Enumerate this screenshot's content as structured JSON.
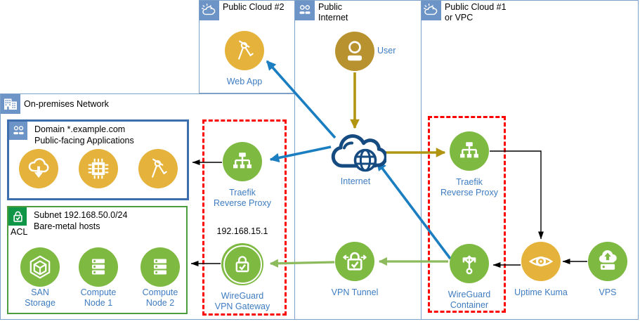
{
  "containers": {
    "public_cloud_2": {
      "label": "Public Cloud #2"
    },
    "public_internet": {
      "label": "Public Internet"
    },
    "public_cloud_1": {
      "label": "Public Cloud #1 or VPC"
    },
    "on_premises": {
      "label": "On-premises Network"
    }
  },
  "groups": {
    "domain": {
      "title": "Domain *.example.com\nPublic-facing Applications"
    },
    "subnet": {
      "title": "Subnet 192.168.50.0/24\nBare-metal hosts",
      "acl": "ACL"
    }
  },
  "nodes": {
    "web_app": {
      "label": "Web App"
    },
    "user": {
      "label": "User"
    },
    "internet": {
      "label": "Internet"
    },
    "traefik_onprem": {
      "label": "Traefik\nReverse Proxy"
    },
    "traefik_cloud": {
      "label": "Traefik\nReverse Proxy"
    },
    "wireguard_gateway": {
      "ip": "192.168.15.1",
      "label": "WireGuard\nVPN Gateway"
    },
    "vpn_tunnel": {
      "label": "VPN Tunnel"
    },
    "wireguard_container": {
      "label": "WireGuard\nContainer"
    },
    "uptime_kuma": {
      "label": "Uptime Kuma"
    },
    "vps": {
      "label": "VPS"
    },
    "san_storage": {
      "label": "SAN\nStorage"
    },
    "compute_node_1": {
      "label": "Compute\nNode 1"
    },
    "compute_node_2": {
      "label": "Compute\nNode 2"
    }
  },
  "edges": [
    {
      "from": "User",
      "to": "Internet",
      "color": "gold"
    },
    {
      "from": "Internet",
      "to": "Traefik Reverse Proxy (Public Cloud #1)",
      "color": "gold"
    },
    {
      "from": "Internet",
      "to": "Traefik Reverse Proxy (on-premises)",
      "color": "blue"
    },
    {
      "from": "Internet",
      "to": "Web App",
      "color": "blue"
    },
    {
      "from": "WireGuard Container",
      "to": "Internet",
      "color": "blue"
    },
    {
      "from": "Traefik Reverse Proxy (on-premises)",
      "to": "Public-facing Applications",
      "color": "black"
    },
    {
      "from": "WireGuard VPN Gateway",
      "to": "Bare-metal hosts",
      "color": "black"
    },
    {
      "from": "WireGuard Container",
      "to": "VPN Tunnel",
      "color": "green"
    },
    {
      "from": "VPN Tunnel",
      "to": "WireGuard VPN Gateway",
      "color": "green"
    },
    {
      "from": "Traefik Reverse Proxy (Public Cloud #1)",
      "to": "Uptime Kuma",
      "color": "black"
    },
    {
      "from": "Uptime Kuma",
      "to": "WireGuard Container",
      "color": "black"
    },
    {
      "from": "VPS",
      "to": "Uptime Kuma",
      "color": "black"
    }
  ],
  "colors": {
    "container_border": "#7CA0C8",
    "badge_blue": "#6D94C6",
    "badge_green": "#0F9646",
    "domain_border": "#3D6FAE",
    "subnet_border": "#4D9C3E",
    "dashed_red": "#FF0000",
    "node_yellow": "#E5B33C",
    "node_gold": "#B8922E",
    "node_green": "#7EB942",
    "internet_navy": "#154B80",
    "arrow_blue": "#1B7EC1",
    "arrow_gold": "#B19511",
    "arrow_green": "#8CBA5C",
    "arrow_black": "#000000",
    "label_blue": "#3E7CC1"
  }
}
